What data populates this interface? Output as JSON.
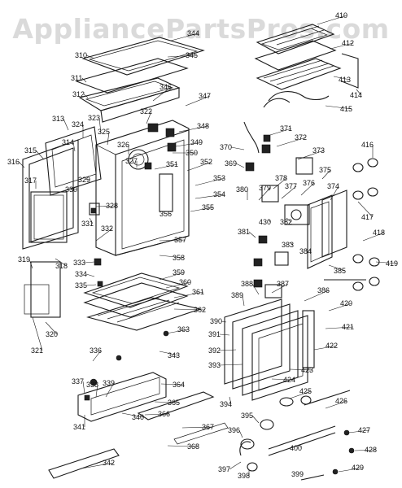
{
  "watermark": "AppliancePartsPros.com",
  "callouts": [
    "310",
    "311",
    "312",
    "313",
    "314",
    "315",
    "316",
    "317",
    "318",
    "319",
    "320",
    "321",
    "322",
    "323",
    "324",
    "325",
    "326",
    "327",
    "328",
    "329",
    "330",
    "331",
    "332",
    "333",
    "334",
    "335",
    "336",
    "337",
    "338",
    "339",
    "340",
    "341",
    "342",
    "343",
    "344",
    "345",
    "346",
    "347",
    "348",
    "349",
    "350",
    "351",
    "352",
    "353",
    "354",
    "355",
    "356",
    "357",
    "358",
    "359",
    "360",
    "361",
    "362",
    "363",
    "364",
    "365",
    "366",
    "367",
    "368",
    "369",
    "370",
    "371",
    "372",
    "373",
    "374",
    "375",
    "376",
    "377",
    "378",
    "379",
    "380",
    "381",
    "382",
    "383",
    "384",
    "385",
    "386",
    "387",
    "388",
    "389",
    "390",
    "391",
    "392",
    "393",
    "394",
    "395",
    "396",
    "397",
    "398",
    "399",
    "400",
    "410",
    "412",
    "413",
    "414",
    "415",
    "416",
    "417",
    "418",
    "419",
    "420",
    "421",
    "422",
    "423",
    "424",
    "425",
    "426",
    "427",
    "428",
    "429",
    "430"
  ]
}
